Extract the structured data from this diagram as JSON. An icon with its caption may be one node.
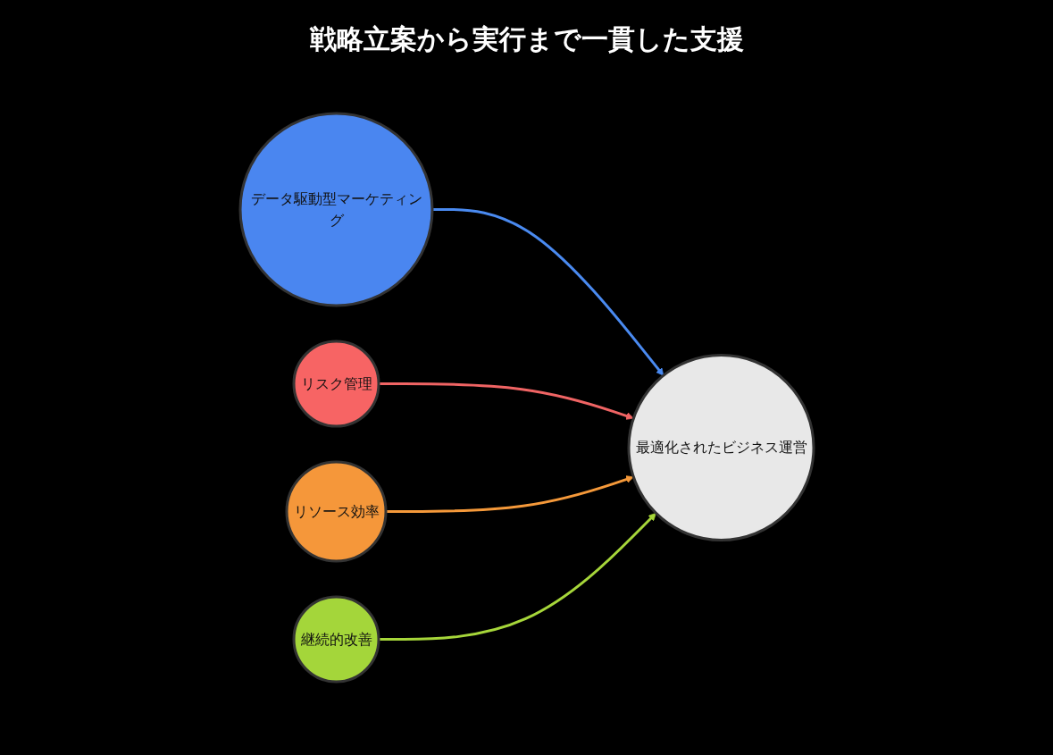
{
  "diagram": {
    "title": "戦略立案から実行まで一貫した支援",
    "nodes": [
      {
        "text": [
          "データ駆動型マーケティング"
        ]
      },
      {
        "text": [
          "リスク管理"
        ]
      },
      {
        "text": [
          "リソース効率"
        ]
      },
      {
        "text": [
          "継続的改善"
        ]
      },
      {
        "text": [
          "最適化されたビジネス運営"
        ]
      }
    ],
    "edges": [
      {
        "from": 0,
        "to": 4,
        "arrow": "to",
        "color": "#4a8af0"
      },
      {
        "from": 1,
        "to": 4,
        "arrow": "to",
        "color": "#f06464"
      },
      {
        "from": 2,
        "to": 4,
        "arrow": "to",
        "color": "#f5993a"
      },
      {
        "from": 3,
        "to": 4,
        "arrow": "to",
        "color": "#a6d63a"
      }
    ]
  }
}
